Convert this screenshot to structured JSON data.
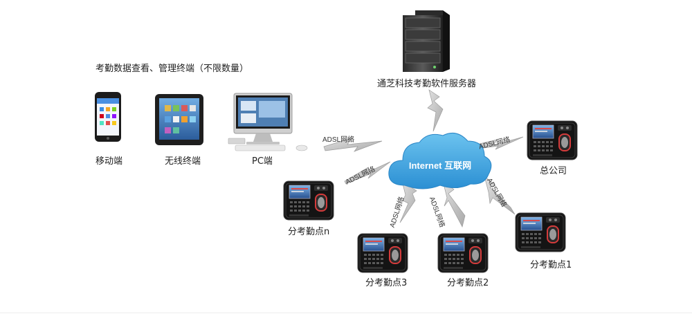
{
  "header": {
    "title": "考勤数据查看、管理终端（不限数量）"
  },
  "clients": [
    {
      "label": "移动端",
      "icon": "smartphone-icon"
    },
    {
      "label": "无线终端",
      "icon": "tablet-icon"
    },
    {
      "label": "PC端",
      "icon": "desktop-computer-icon"
    }
  ],
  "server": {
    "label": "通芝科技考勤软件服务器",
    "icon": "server-tower-icon"
  },
  "cloud": {
    "label": "Internet 互联网",
    "icon": "cloud-icon"
  },
  "links": [
    {
      "label": "ADSL网络"
    },
    {
      "label": "ADSL网络"
    },
    {
      "label": "ADSL网络"
    },
    {
      "label": "ADSL网络"
    },
    {
      "label": "ADSL网络"
    },
    {
      "label": "ADSL网络"
    }
  ],
  "devices": [
    {
      "label": "总公司",
      "icon": "attendance-terminal-icon"
    },
    {
      "label": "分考勤点n",
      "icon": "attendance-terminal-icon"
    },
    {
      "label": "分考勤点3",
      "icon": "attendance-terminal-icon"
    },
    {
      "label": "分考勤点2",
      "icon": "attendance-terminal-icon"
    },
    {
      "label": "分考勤点1",
      "icon": "attendance-terminal-icon"
    }
  ],
  "colors": {
    "cloud": "#3da0dc",
    "lightning": "#b7b7b7",
    "device_body": "#1a1a1a"
  }
}
